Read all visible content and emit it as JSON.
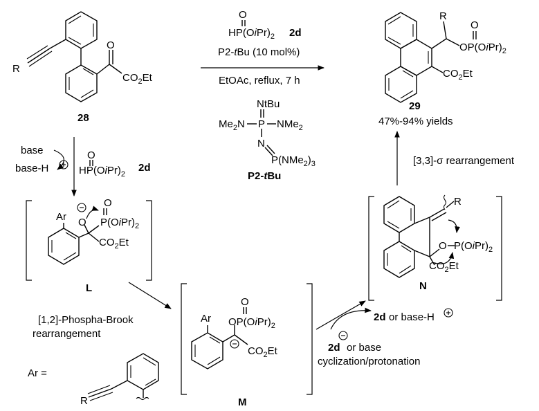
{
  "top_reaction": {
    "reagent_formula": "HP(OiPr)2",
    "reagent_label": "2d",
    "catalyst": "P2-tBu (10 mol%)",
    "conditions": "EtOAc, reflux, 7 h",
    "starting_material": {
      "substituent": "R",
      "ester": "CO2Et",
      "oxygen": "O",
      "label": "28"
    },
    "product": {
      "substituent": "R",
      "phosphate": "OP(OiPr)2",
      "oxygen": "O",
      "ester": "CO2Et",
      "label": "29",
      "yield": "47%-94% yields"
    }
  },
  "catalyst_structure": {
    "n_tbu": "NtBu",
    "left_group": "Me2N",
    "phosphorus": "P",
    "right_group": "NMe2",
    "imine_n": "N",
    "bottom_group": "P(NMe2)3",
    "name": "P2-tBu"
  },
  "mechanism": {
    "base": "base",
    "base_h": "base-H",
    "reagent_formula": "HP(OiPr)2",
    "reagent_label": "2d",
    "step_1_2": "[1,2]-Phospha-Brook",
    "step_1_2b": "rearrangement",
    "step_33": "[3,3]-σ rearrangement",
    "cyclization_reagent": "2d",
    "cyclization_or": "or base",
    "cyclization": "cyclization/protonation",
    "regenerated": "2d",
    "regenerated_or": "or base-H",
    "ar_definition": "Ar =",
    "ar_substituent": "R"
  },
  "intermediate_L": {
    "label": "L",
    "ar": "Ar",
    "oxygen": "O",
    "p_oxygen": "O",
    "phosphorus": "P(OiPr)2",
    "ester": "CO2Et"
  },
  "intermediate_M": {
    "label": "M",
    "ar": "Ar",
    "p_oxygen": "O",
    "phosphate": "OP(OiPr)2",
    "ester": "CO2Et"
  },
  "intermediate_N": {
    "label": "N",
    "substituent": "R",
    "phosphorus": "P(OiPr)2",
    "oxygen": "O",
    "ester": "CO2Et"
  }
}
